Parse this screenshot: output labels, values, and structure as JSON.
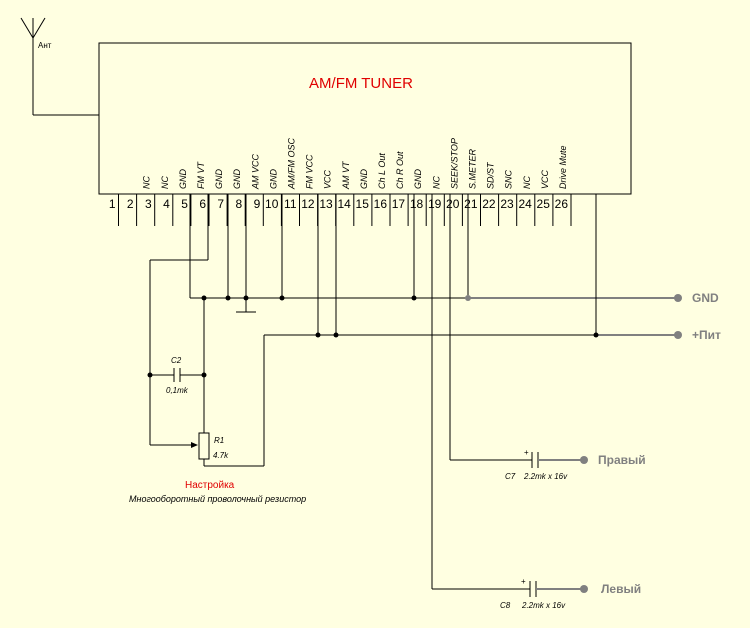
{
  "chip": {
    "title": "AM/FM TUNER",
    "pins": [
      {
        "num": "1",
        "label": ""
      },
      {
        "num": "2",
        "label": ""
      },
      {
        "num": "3",
        "label": "NC"
      },
      {
        "num": "4",
        "label": "NC"
      },
      {
        "num": "5",
        "label": "GND"
      },
      {
        "num": "6",
        "label": "FM VT"
      },
      {
        "num": "7",
        "label": "GND"
      },
      {
        "num": "8",
        "label": "GND"
      },
      {
        "num": "9",
        "label": "AM VCC"
      },
      {
        "num": "10",
        "label": "GND"
      },
      {
        "num": "11",
        "label": "AM/FM OSC"
      },
      {
        "num": "12",
        "label": "FM VCC"
      },
      {
        "num": "13",
        "label": "VCC"
      },
      {
        "num": "14",
        "label": "AM VT"
      },
      {
        "num": "15",
        "label": "GND"
      },
      {
        "num": "16",
        "label": "Ch L Out"
      },
      {
        "num": "17",
        "label": "Ch R Out"
      },
      {
        "num": "18",
        "label": "GND"
      },
      {
        "num": "19",
        "label": "NC"
      },
      {
        "num": "20",
        "label": "SEEK/STOP"
      },
      {
        "num": "21",
        "label": "S.METER"
      },
      {
        "num": "22",
        "label": "SD/ST"
      },
      {
        "num": "23",
        "label": "SNC"
      },
      {
        "num": "24",
        "label": "NC"
      },
      {
        "num": "25",
        "label": "VCC"
      },
      {
        "num": "26",
        "label": "Drive Mute"
      }
    ]
  },
  "antenna": {
    "label": "Ант"
  },
  "terminals": {
    "gnd": "GND",
    "power": "+Пит",
    "right": "Правый",
    "left": "Левый"
  },
  "components": {
    "c2": {
      "name": "C2",
      "value": "0,1mk"
    },
    "r1": {
      "name": "R1",
      "value": "4.7k"
    },
    "c7": {
      "name": "C7",
      "value": "2.2mk x 16v",
      "polarity": "+"
    },
    "c8": {
      "name": "C8",
      "value": "2.2mk x 16v",
      "polarity": "+"
    }
  },
  "notes": {
    "tuning": "Настройка",
    "resistor_note": "Многооборотный проволочный резистор"
  },
  "colors": {
    "wire": "#000000",
    "terminal": "#808080",
    "accent": "#e00000",
    "background": "#ffffe1"
  }
}
